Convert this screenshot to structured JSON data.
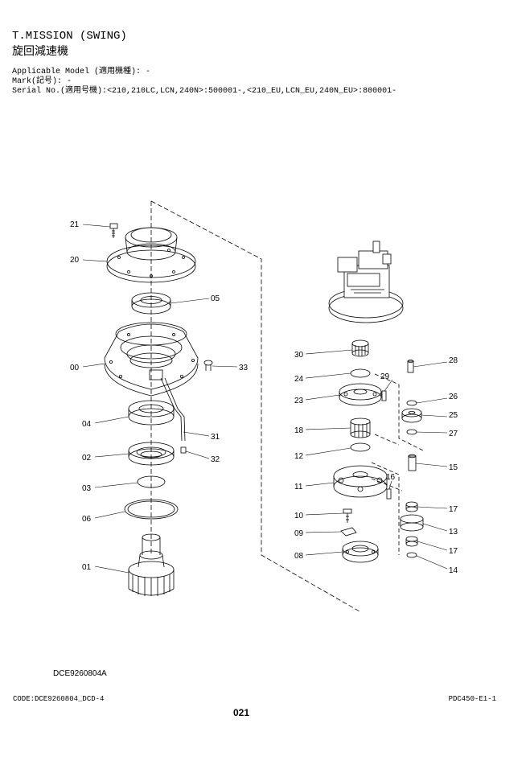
{
  "header": {
    "title": "T.MISSION (SWING)",
    "title_jp": "旋回減速機",
    "applicable_model": "Applicable Model (適用機種): -",
    "mark": "Mark(記号): -",
    "serial": "Serial No.(適用号機):<210,210LC,LCN,240N>:500001-,<210_EU,LCN_EU,240N_EU>:800001-"
  },
  "callouts": {
    "c21": "21",
    "c20": "20",
    "c05": "05",
    "c00": "00",
    "c33": "33",
    "c04": "04",
    "c31": "31",
    "c02": "02",
    "c32": "32",
    "c03": "03",
    "c06": "06",
    "c01": "01",
    "c30": "30",
    "c24": "24",
    "c29": "29",
    "c28": "28",
    "c23": "23",
    "c26": "26",
    "c25": "25",
    "c18": "18",
    "c27": "27",
    "c12": "12",
    "c15": "15",
    "c11": "11",
    "c16": "16",
    "c17a": "17",
    "c10": "10",
    "c13": "13",
    "c09": "09",
    "c17b": "17",
    "c08": "08",
    "c14": "14"
  },
  "footer": {
    "drawing_code": "DCE9260804A",
    "code": "CODE:DCE9260804_DCD-4",
    "reference": "PDC450-E1-1",
    "page": "021"
  }
}
